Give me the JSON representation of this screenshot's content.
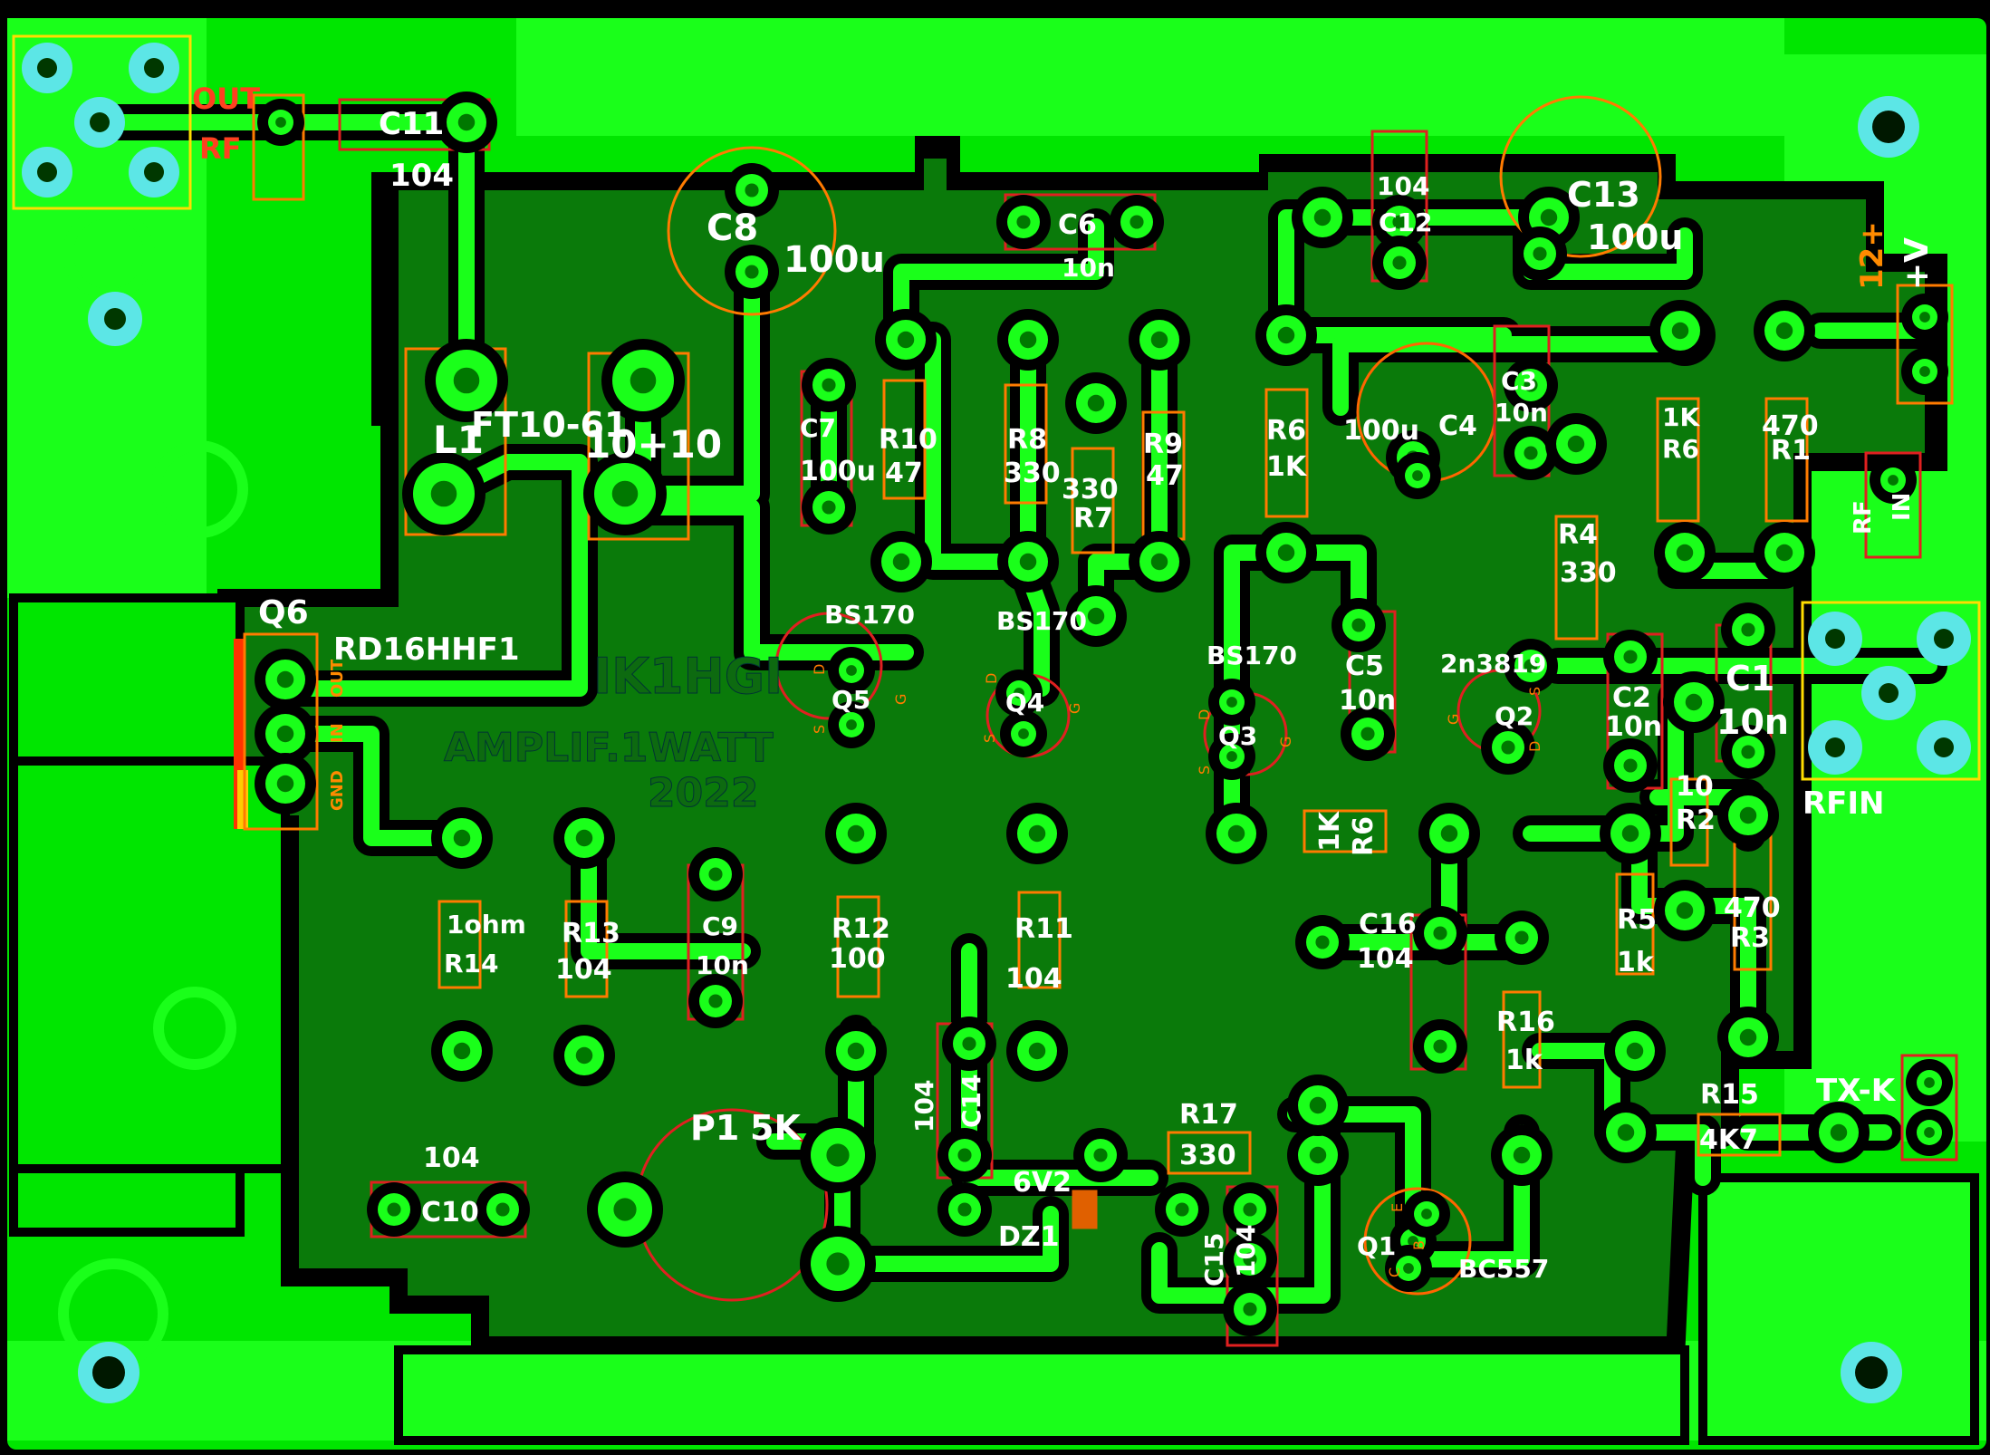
{
  "colors": {
    "background": "#000000",
    "copper_pour": "#00e600",
    "copper_bright": "#1aff1a",
    "substrate": "#0a7a0a",
    "isolation": "#000000",
    "pad_hole": "#006a00",
    "mount_hole": "#5ce6e6",
    "silk_white": "#ffffff",
    "silk_orange": "#ff8a00",
    "silk_red": "#ff3b1a"
  },
  "board_labels": {
    "out": "OUT",
    "rf_out": "RF",
    "rf_in_label": "RFIN",
    "rf_in_vertical": "RF",
    "in_vertical": "IN",
    "supply": "+V",
    "supply_voltage": "12+",
    "tx_key": "TX-K",
    "q6_out": "OUT",
    "q6_in": "IN",
    "q6_gnd": "GND"
  },
  "brand": {
    "callsign": "IK1HGI",
    "description": "AMPLIF.1WATT",
    "year": "2022"
  },
  "components": {
    "C11": {
      "ref": "C11",
      "value": "104"
    },
    "C8": {
      "ref": "C8",
      "value": "100u"
    },
    "C6": {
      "ref": "C6",
      "value": "10n"
    },
    "C12": {
      "ref": "C12",
      "value": "104"
    },
    "C13": {
      "ref": "C13",
      "value": "100u"
    },
    "C7": {
      "ref": "C7",
      "value": "100u"
    },
    "L1": {
      "ref": "L1",
      "value": "FT10-61"
    },
    "L1_turns": "10+10",
    "R10": {
      "ref": "R10",
      "value": "47"
    },
    "R8": {
      "ref": "R8",
      "value": "330"
    },
    "R9": {
      "ref": "R9",
      "value": "47"
    },
    "R7": {
      "ref": "R7",
      "value": "330"
    },
    "R6a": {
      "ref": "R6",
      "value": "1K"
    },
    "C4": {
      "ref": "C4",
      "value": "100u"
    },
    "C3": {
      "ref": "C3",
      "value": "10n"
    },
    "R6b": {
      "ref": "R6",
      "value": "1K"
    },
    "R1": {
      "ref": "R1",
      "value": "470"
    },
    "R4": {
      "ref": "R4",
      "value": "330"
    },
    "Q6": {
      "ref": "Q6",
      "value": "RD16HHF1"
    },
    "Q5": {
      "ref": "Q5",
      "value": "BS170"
    },
    "Q4": {
      "ref": "Q4",
      "value": "BS170"
    },
    "Q3": {
      "ref": "Q3",
      "value": "BS170"
    },
    "Q2": {
      "ref": "Q2",
      "value": "2n3819"
    },
    "C5": {
      "ref": "C5",
      "value": "10n"
    },
    "C2": {
      "ref": "C2",
      "value": "10n"
    },
    "C1": {
      "ref": "C1",
      "value": "10n"
    },
    "R6c": {
      "ref": "R6",
      "value": "1K"
    },
    "R2": {
      "ref": "R2",
      "value": "10"
    },
    "R3": {
      "ref": "R3",
      "value": "470"
    },
    "R5": {
      "ref": "R5",
      "value": "1k"
    },
    "R14": {
      "ref": "R14",
      "value": "1ohm"
    },
    "R13": {
      "ref": "R13",
      "value": "104"
    },
    "C9": {
      "ref": "C9",
      "value": "10n"
    },
    "R12": {
      "ref": "R12",
      "value": "100"
    },
    "R11": {
      "ref": "R11",
      "value": "104"
    },
    "C16": {
      "ref": "C16",
      "value": "104"
    },
    "R16": {
      "ref": "R16",
      "value": "1k"
    },
    "C14": {
      "ref": "C14",
      "value": "104"
    },
    "R15": {
      "ref": "R15",
      "value": "4K7"
    },
    "C10": {
      "ref": "C10",
      "value": "104"
    },
    "P1": {
      "ref": "P1",
      "value": "5K"
    },
    "R17": {
      "ref": "R17",
      "value": "330"
    },
    "DZ1": {
      "ref": "DZ1",
      "value": "6V2"
    },
    "C15": {
      "ref": "C15",
      "value": "104"
    },
    "Q1": {
      "ref": "Q1",
      "value": "BC557"
    }
  },
  "pin_letters": {
    "d": "D",
    "s": "S",
    "g": "G",
    "c": "C",
    "b": "B",
    "e": "E"
  }
}
